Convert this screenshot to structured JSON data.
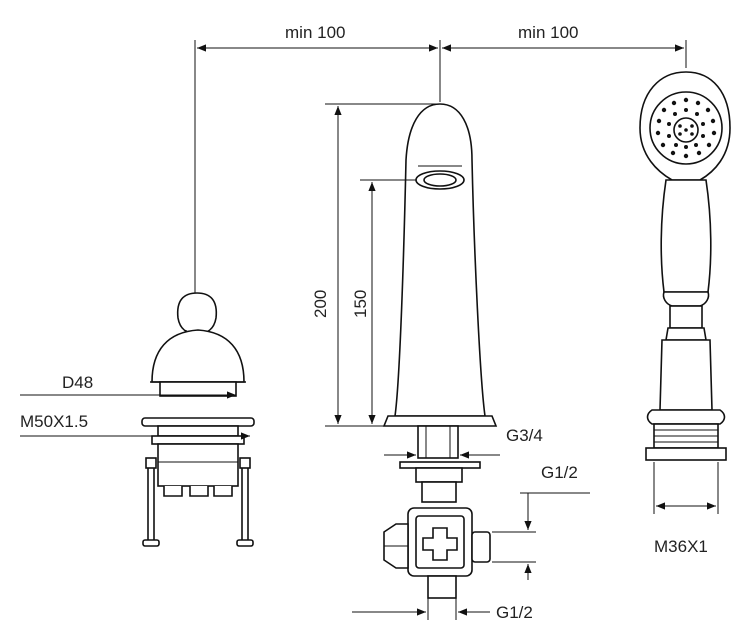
{
  "labels": {
    "min_left": "min 100",
    "min_right": "min 100",
    "height_200": "200",
    "height_150": "150",
    "d48": "D48",
    "m50": "M50X1.5",
    "g34": "G3/4",
    "g12_top": "G1/2",
    "g12_bottom": "G1/2",
    "m36": "M36X1"
  }
}
